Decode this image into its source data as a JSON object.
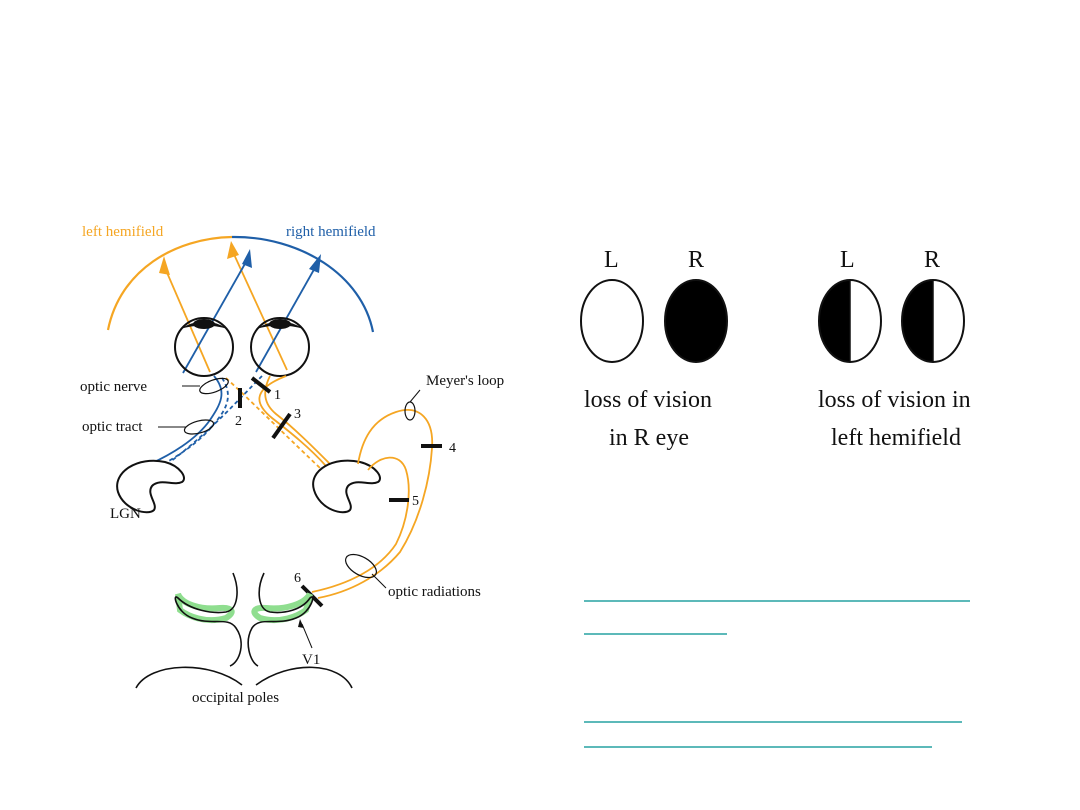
{
  "diagram": {
    "labels": {
      "left_hemifield": "left hemifield",
      "right_hemifield": "right hemifield",
      "optic_nerve": "optic nerve",
      "optic_tract": "optic tract",
      "lgn": "LGN",
      "meyers_loop": "Meyer's loop",
      "optic_radiations": "optic radiations",
      "v1": "V1",
      "occipital_poles": "occipital poles"
    },
    "lesions": [
      "1",
      "2",
      "3",
      "4",
      "5",
      "6"
    ]
  },
  "fields": {
    "panel_a": {
      "left_label": "L",
      "right_label": "R",
      "caption_line1": "loss of vision",
      "caption_line2": "in R eye"
    },
    "panel_b": {
      "left_label": "L",
      "right_label": "R",
      "caption_line1": "loss of vision in",
      "caption_line2": "left hemifield"
    }
  },
  "colors": {
    "left_path": "#f5a623",
    "right_path": "#1f5fa8",
    "v1_highlight": "#8fde8f",
    "link": "#27a2a2"
  }
}
